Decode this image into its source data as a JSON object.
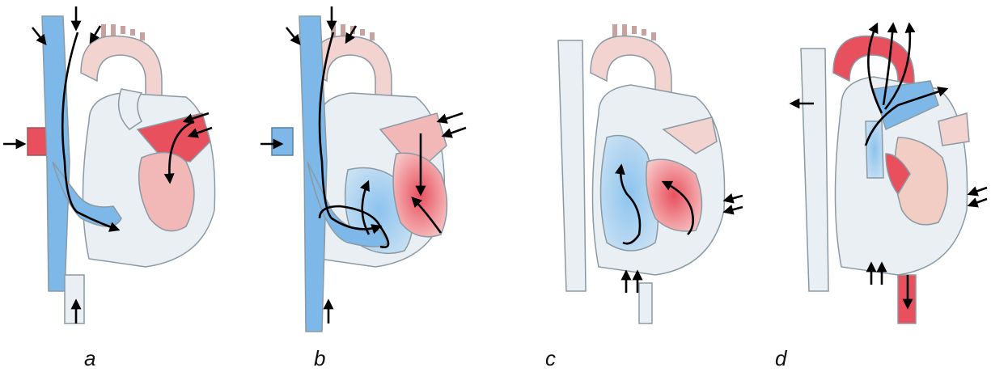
{
  "panels": [
    {
      "label": "a"
    },
    {
      "label": "b"
    },
    {
      "label": "c"
    },
    {
      "label": "d"
    }
  ],
  "colors": {
    "deoxygenated": "#7db8e8",
    "oxygenated": "#e8505e",
    "light_red": "#f2b8b8",
    "pale_tissue": "#e6eef3",
    "vessel_outline": "#8a9aa4",
    "arrow": "#000000"
  }
}
